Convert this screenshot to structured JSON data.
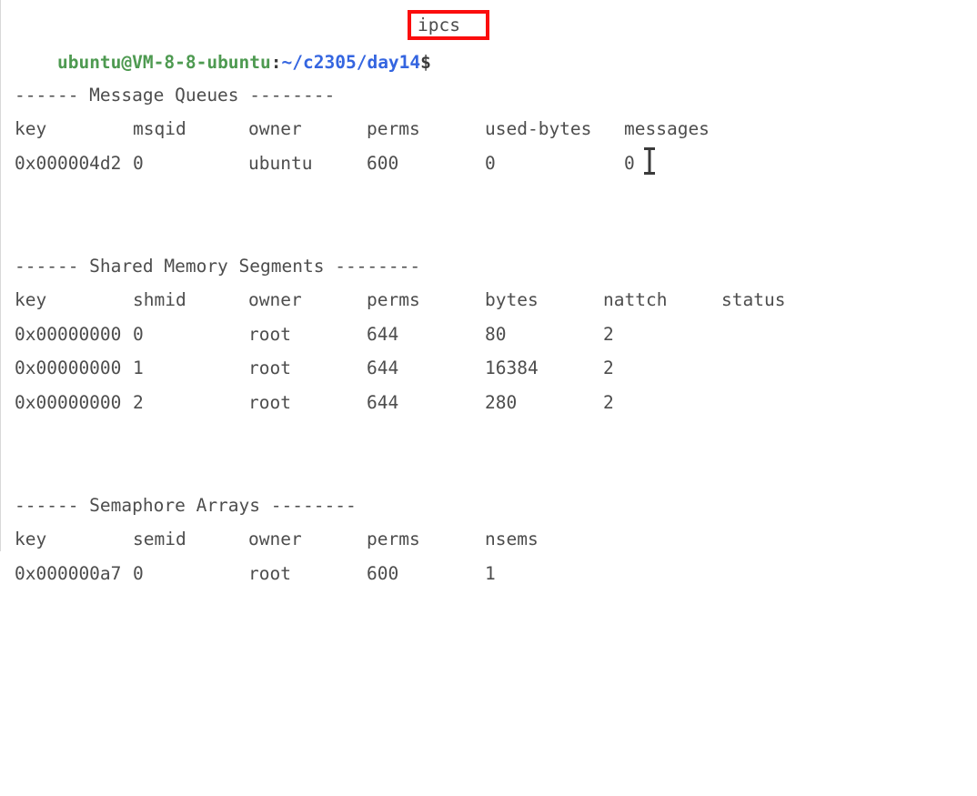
{
  "terminal": {
    "prompt": {
      "user_host": "ubuntu@VM-8-8-ubuntu",
      "colon": ":",
      "path": "~/c2305/day14",
      "dollar": "$",
      "command": "ipcs",
      "highlight_color": "#fb0d0d",
      "user_color": "#4e9a51",
      "path_color": "#3465e0",
      "text_color": "#4d4d4d",
      "background_color": "#ffffff"
    },
    "sections": [
      {
        "title": "------ Message Queues --------",
        "headers": [
          "key",
          "msqid",
          "owner",
          "perms",
          "used-bytes",
          "messages"
        ],
        "rows": [
          [
            "0x000004d2",
            "0",
            "ubuntu",
            "600",
            "0",
            "0"
          ]
        ]
      },
      {
        "title": "------ Shared Memory Segments --------",
        "headers": [
          "key",
          "shmid",
          "owner",
          "perms",
          "bytes",
          "nattch",
          "status"
        ],
        "rows": [
          [
            "0x00000000",
            "0",
            "root",
            "644",
            "80",
            "2",
            ""
          ],
          [
            "0x00000000",
            "1",
            "root",
            "644",
            "16384",
            "2",
            ""
          ],
          [
            "0x00000000",
            "2",
            "root",
            "644",
            "280",
            "2",
            ""
          ]
        ]
      },
      {
        "title": "------ Semaphore Arrays --------",
        "headers": [
          "key",
          "semid",
          "owner",
          "perms",
          "nsems"
        ],
        "rows": [
          [
            "0x000000a7",
            "0",
            "root",
            "600",
            "1"
          ]
        ]
      }
    ],
    "cursor": "text-ibeam-cursor"
  }
}
